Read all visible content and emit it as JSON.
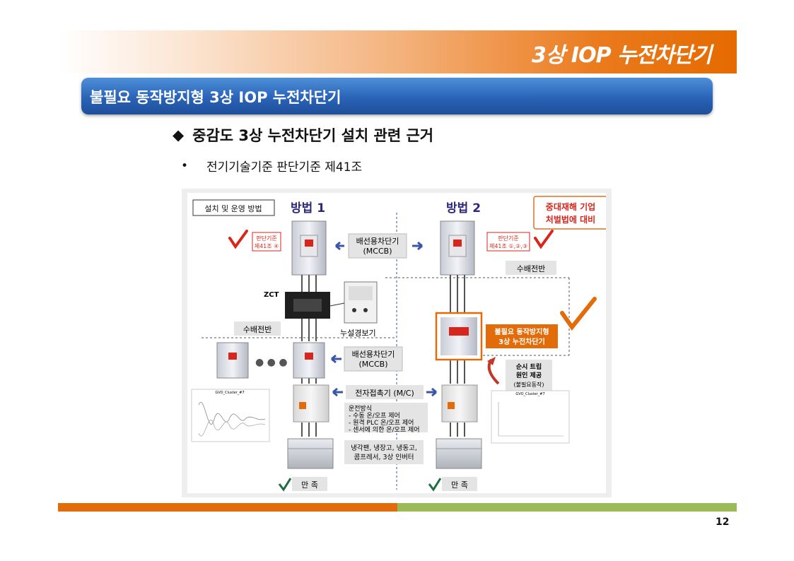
{
  "header": {
    "title": "3상 IOP 누전차단기"
  },
  "section": {
    "title": "불필요 동작방지형 3상 IOP 누전차단기"
  },
  "heading": {
    "bullet": "◆",
    "text": "중감도 3상 누전차단기 설치 관련 근거"
  },
  "bullet_item": {
    "bullet": "•",
    "text": "전기기술기준 판단기준 제41조"
  },
  "figure": {
    "box_label": "설치 및 운영 방법",
    "method1": "방법 1",
    "method2": "방법 2",
    "notice": [
      "중대재해 기업",
      "처벌법에 대비"
    ],
    "ref1": [
      "판단기준",
      "제41조 ④"
    ],
    "ref2": [
      "판단기준",
      "제41조 ①,②,③"
    ],
    "mccb_top": [
      "배선용차단기",
      "(MCCB)"
    ],
    "mccb_mid": [
      "배선용차단기",
      "(MCCB)"
    ],
    "panel_left": "수배전반",
    "panel_right": "수배전반",
    "zct": "ZCT",
    "leak_alarm": "누설경보기",
    "iop_label": [
      "불필요 동작방지형",
      "3상 누전차단기"
    ],
    "trip_cause": [
      "순시 트립",
      "원인 제공",
      "(불필요동작)"
    ],
    "contactor": "전자접촉기 (M/C)",
    "operation": [
      "운전방식",
      "- 수동 온/오프 제어",
      "- 원격 PLC 온/오프 제어",
      "- 센서에 의한 온/오프 제어"
    ],
    "loads": [
      "냉각팬, 냉장고, 냉동고,",
      "콤프레서, 3상 인버터"
    ],
    "satisfied1": "만 족",
    "satisfied2": "만 족",
    "dots": "● ● ●",
    "graph1_title": "GVO_Cluster_#7",
    "graph2_title": "GVO_Cluster_#7"
  },
  "footer": {
    "page_number": "12"
  },
  "colors": {
    "orange": "#e36c0a",
    "green": "#9bbb59",
    "blue": "#2a63b8",
    "red": "#d9261c"
  }
}
